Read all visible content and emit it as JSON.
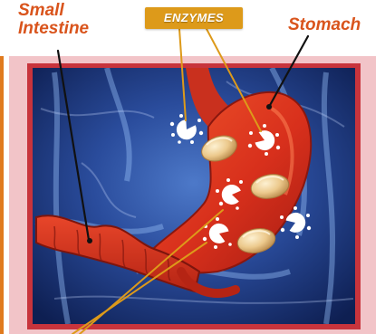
{
  "labels": {
    "small_intestine": [
      "Small",
      "Intestine"
    ],
    "stomach": "Stomach",
    "enzymes": "ENZYMES"
  },
  "colors": {
    "label_orange": "#d9541c",
    "badge_gold": "#dd9a1a",
    "frame_pink": "#f2c4c8",
    "frame_red": "#c8343c",
    "body_blue": "#1f3d8a",
    "organ_red": "#d8301c"
  }
}
